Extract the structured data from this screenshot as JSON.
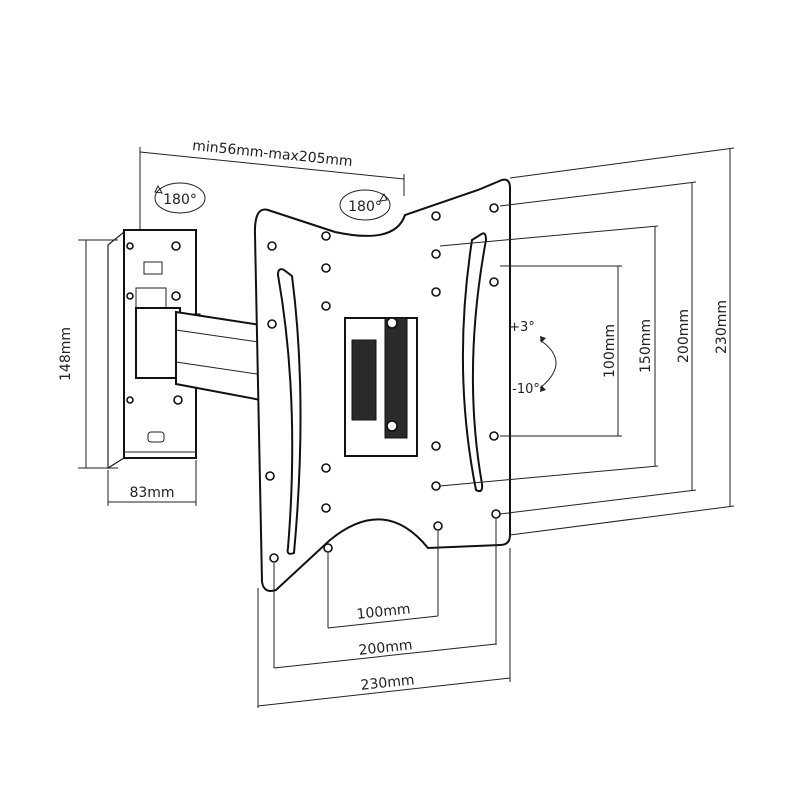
{
  "dimensions": {
    "arm_extension": "min56mm-max205mm",
    "rotation_left": "180°",
    "rotation_right": "180°",
    "wall_plate_height": "148mm",
    "wall_plate_width": "83mm",
    "tilt_up": "+3°",
    "tilt_down": "-10°",
    "vesa_v_100": "100mm",
    "vesa_v_150": "150mm",
    "vesa_v_200": "200mm",
    "vesa_v_230": "230mm",
    "vesa_h_100": "100mm",
    "vesa_h_200": "200mm",
    "vesa_h_230": "230mm"
  },
  "colors": {
    "line": "#222222",
    "background": "#ffffff"
  },
  "icons": [
    "rotation-arrow-icon",
    "tilt-arrow-icon"
  ]
}
